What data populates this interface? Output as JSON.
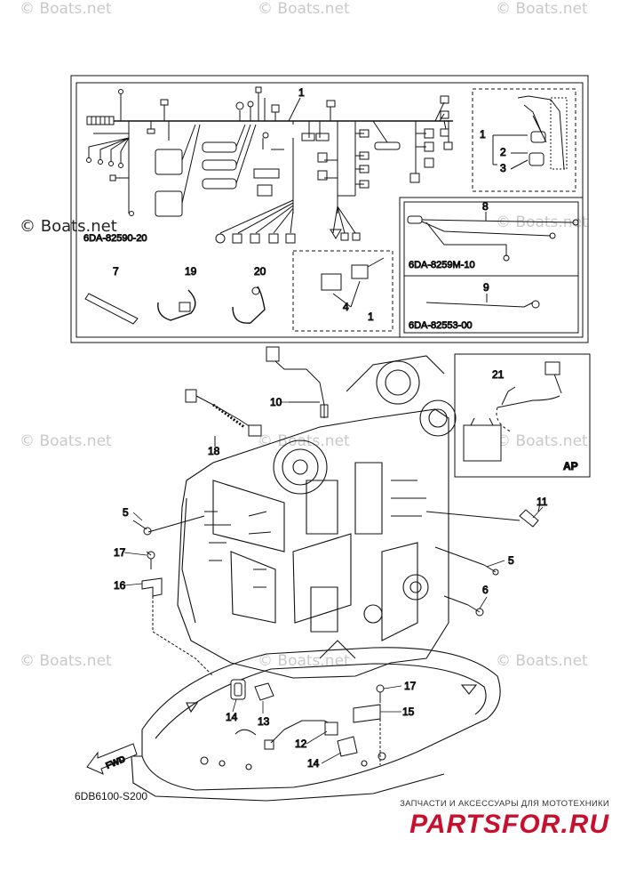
{
  "watermarks": {
    "text": "© Boats.net",
    "faded_positions": [
      "top-left",
      "top-center",
      "top-right",
      "mid-right-1",
      "mid-left-2",
      "mid-center-2",
      "mid-right-2",
      "low-left",
      "low-center",
      "low-right"
    ],
    "strong": "© Boats.net"
  },
  "upper_box": {
    "callout_main": "1",
    "harness_code": "6DA-82590-20",
    "inset_right": {
      "callouts": [
        "1",
        "2",
        "3"
      ]
    },
    "sub_box_8": {
      "callout": "8",
      "code": "6DA-8259M-10"
    },
    "sub_box_9": {
      "callout": "9",
      "code": "6DA-82553-00"
    },
    "relay_box": {
      "callouts": [
        "4",
        "1"
      ]
    },
    "clips": {
      "callouts": [
        "7",
        "19",
        "20"
      ]
    }
  },
  "ap_box": {
    "callout": "21",
    "label": "AP"
  },
  "callouts": {
    "c10": "10",
    "c18": "18",
    "c5a": "5",
    "c11": "11",
    "c17a": "17",
    "c16": "16",
    "c5b": "5",
    "c6": "6",
    "c17b": "17",
    "c15": "15",
    "c14a": "14",
    "c13": "13",
    "c12": "12",
    "c14b": "14"
  },
  "fwd_label": "FWD",
  "ref_code": "6DB6100-S200",
  "footer": {
    "tagline": "ЗАПЧАСТИ И АКСЕССУАРЫ ДЛЯ МОТОТЕХНИКИ",
    "brand": "PARTSFOR.RU"
  },
  "colors": {
    "ink": "#111111",
    "brand_red": "#c8102e",
    "watermark": "#c9c9c9"
  }
}
